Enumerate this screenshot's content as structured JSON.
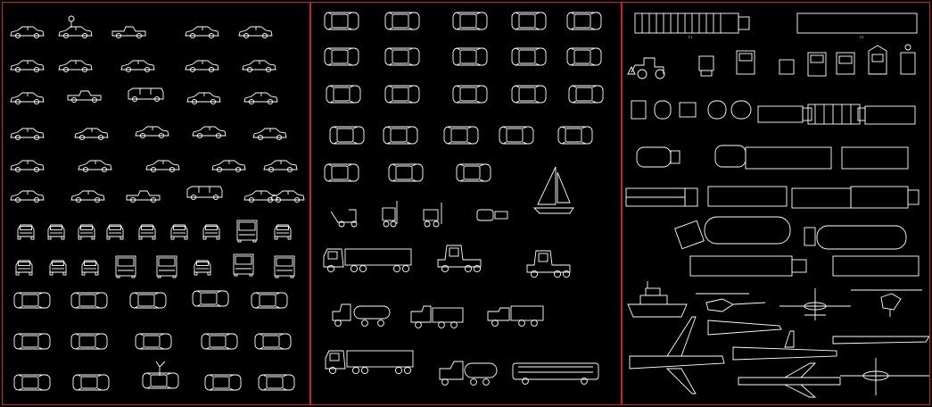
{
  "drawing": {
    "stroke_color": "#ffffff",
    "frame_color": "#c8232a",
    "background": "#000000"
  },
  "panels": [
    {
      "id": "cars",
      "icons": [
        "car-side-icon",
        "car-front-icon",
        "car-rear-icon",
        "car-top-icon",
        "pickup-truck-icon",
        "van-icon"
      ]
    },
    {
      "id": "vehicles-top",
      "icons": [
        "car-top-icon",
        "sailboat-icon",
        "forklift-icon",
        "semi-truck-icon",
        "tanker-truck-icon",
        "bus-icon"
      ]
    },
    {
      "id": "heavy-transport",
      "icons": [
        "trailer-icon",
        "loader-icon",
        "truck-front-icon",
        "ship-icon",
        "helicopter-icon",
        "airplane-icon"
      ]
    }
  ],
  "labels": {
    "trailer_1": "T1",
    "trailer_2": "T2"
  }
}
